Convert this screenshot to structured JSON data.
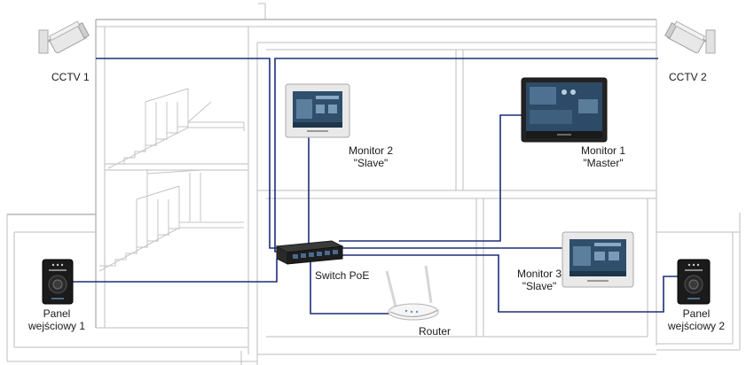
{
  "devices": {
    "cctv1": {
      "label": "CCTV 1",
      "icon": "cctv-camera-icon"
    },
    "cctv2": {
      "label": "CCTV 2",
      "icon": "cctv-camera-icon"
    },
    "monitor1": {
      "line1": "Monitor 1",
      "line2": "\"Master\"",
      "icon": "touch-monitor-icon"
    },
    "monitor2": {
      "line1": "Monitor 2",
      "line2": "\"Slave\"",
      "icon": "touch-monitor-icon"
    },
    "monitor3": {
      "line1": "Monitor 3",
      "line2": "\"Slave\"",
      "icon": "touch-monitor-icon"
    },
    "switch": {
      "label": "Switch PoE",
      "icon": "network-switch-icon"
    },
    "router": {
      "label": "Router",
      "icon": "wifi-router-icon"
    },
    "panel1": {
      "line1": "Panel",
      "line2": "wejściowy 1",
      "icon": "door-intercom-panel-icon"
    },
    "panel2": {
      "line1": "Panel",
      "line2": "wejściowy 2",
      "icon": "door-intercom-panel-icon"
    }
  },
  "colors": {
    "cable": "#1d2f7a",
    "wall": "#c9c9c9",
    "device_dark": "#1b1b1b",
    "screen": "#2f4f6c"
  }
}
